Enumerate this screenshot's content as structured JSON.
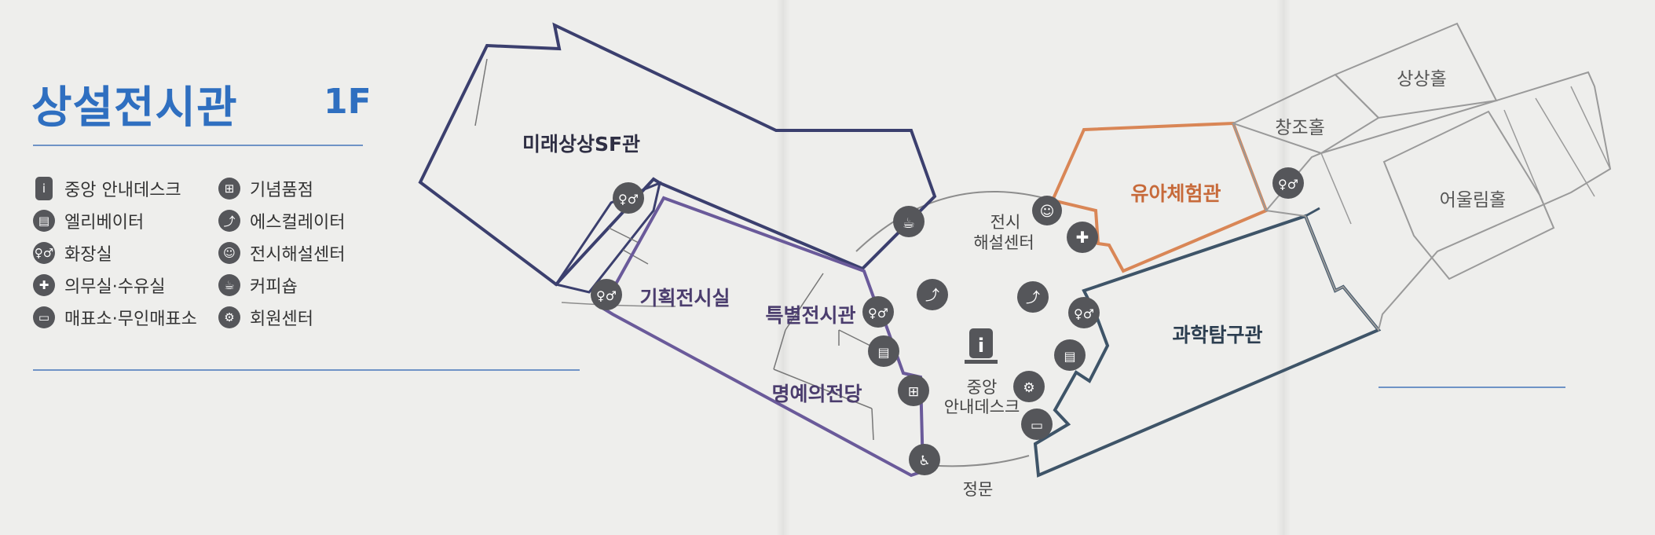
{
  "header": {
    "title": "상설전시관",
    "floor": "1F"
  },
  "legend": [
    {
      "icon": "info-desk-icon",
      "label": "중앙 안내데스크"
    },
    {
      "icon": "elevator-icon",
      "label": "엘리베이터"
    },
    {
      "icon": "restroom-icon",
      "label": "화장실"
    },
    {
      "icon": "first-aid-icon",
      "label": "의무실·수유실"
    },
    {
      "icon": "ticket-icon",
      "label": "매표소·무인매표소"
    },
    {
      "icon": "gift-shop-icon",
      "label": "기념품점"
    },
    {
      "icon": "escalator-icon",
      "label": "에스컬레이터"
    },
    {
      "icon": "docent-center-icon",
      "label": "전시해설센터"
    },
    {
      "icon": "coffee-icon",
      "label": "커피숍"
    },
    {
      "icon": "member-center-icon",
      "label": "회원센터"
    }
  ],
  "map": {
    "halls": {
      "future_sf": "미래상상SF관",
      "special_exhibit": "기획전시실",
      "special_hall": "특별전시관",
      "hall_of_fame": "명예의전당",
      "kids": "유아체험관",
      "science": "과학탐구관",
      "imagination": "상상홀",
      "creation": "창조홀",
      "together": "어울림홀"
    },
    "labels": {
      "docent_center": [
        "전시",
        "해설센터"
      ],
      "info_desk": [
        "중앙",
        "안내데스크"
      ],
      "main_gate": "정문"
    }
  },
  "colors": {
    "title_blue": "#2f6fc0",
    "sf_hall": "#3b3f6e",
    "special_exhibit": "#6a5a9a",
    "kids_hall": "#d98656",
    "science_hall": "#3e5468",
    "icon_gray": "#55565a"
  }
}
